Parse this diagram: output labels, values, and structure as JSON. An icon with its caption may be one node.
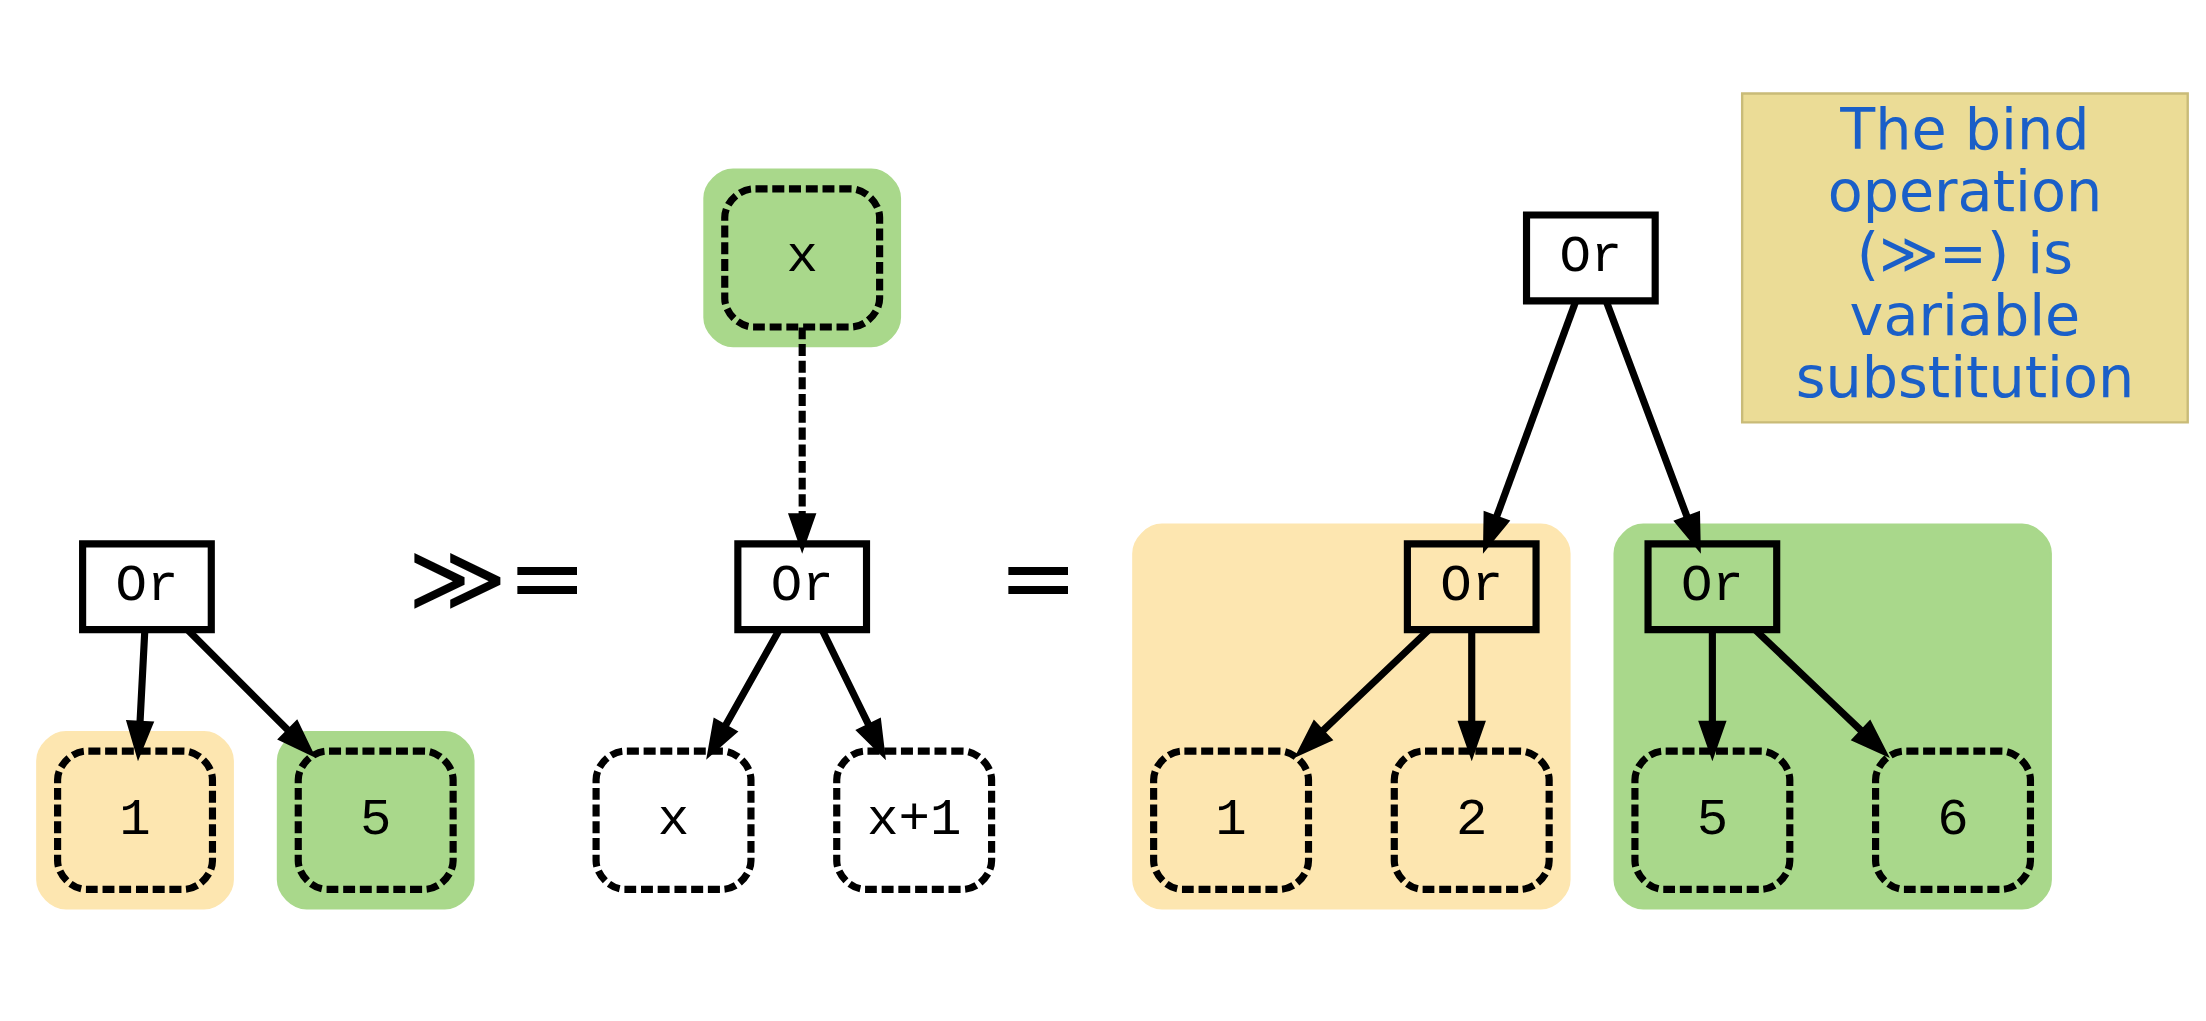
{
  "diagram": {
    "nodes": [
      {
        "text": [
          "Or"
        ]
      },
      {
        "text": [],
        "shape": "box"
      },
      {
        "text": [
          "1"
        ],
        "in": 1
      },
      {
        "text": [],
        "shape": "box"
      },
      {
        "text": [
          "5"
        ],
        "in": 3
      },
      {
        "text": [],
        "shape": "box"
      },
      {
        "text": [
          "x"
        ],
        "in": 5
      },
      {
        "text": [
          "Or"
        ]
      },
      {
        "text": [
          "x"
        ]
      },
      {
        "text": [
          "x+1"
        ]
      },
      {
        "text": [
          "Or"
        ]
      },
      {
        "text": [],
        "shape": "box"
      },
      {
        "text": [
          "Or"
        ],
        "in": 11
      },
      {
        "text": [
          "1"
        ],
        "in": 11
      },
      {
        "text": [
          "2"
        ],
        "in": 11
      },
      {
        "text": [],
        "shape": "box"
      },
      {
        "text": [
          "Or"
        ],
        "in": 15
      },
      {
        "text": [
          "5"
        ],
        "in": 15
      },
      {
        "text": [
          "6"
        ],
        "in": 15
      },
      {
        "text": [
          "The bind operation (≫=) is variable substitution"
        ]
      }
    ],
    "edges": [
      {
        "from": 0,
        "to": 2,
        "arrow": "to"
      },
      {
        "from": 0,
        "to": 4,
        "arrow": "to"
      },
      {
        "from": 6,
        "to": 7,
        "arrow": "to",
        "style": "dashed"
      },
      {
        "from": 7,
        "to": 8,
        "arrow": "to"
      },
      {
        "from": 7,
        "to": 9,
        "arrow": "to"
      },
      {
        "from": 10,
        "to": 12,
        "arrow": "to"
      },
      {
        "from": 10,
        "to": 16,
        "arrow": "to"
      },
      {
        "from": 12,
        "to": 13,
        "arrow": "to"
      },
      {
        "from": 12,
        "to": 14,
        "arrow": "to"
      },
      {
        "from": 16,
        "to": 17,
        "arrow": "to"
      },
      {
        "from": 16,
        "to": 18,
        "arrow": "to"
      }
    ],
    "labels": [
      "≫=",
      "="
    ]
  }
}
